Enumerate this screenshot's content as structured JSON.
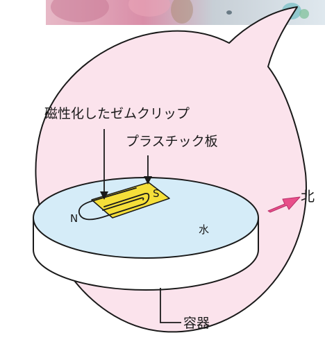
{
  "labels": {
    "magnetized_clip": "磁性化したゼムクリップ",
    "plastic_plate": "プラスチック板",
    "pole_n": "N",
    "pole_s": "S",
    "water": "水",
    "north": "北",
    "container": "容器"
  },
  "colors": {
    "bubble_fill": "#fbe3ec",
    "water_fill": "#d5ecf8",
    "plate_fill": "#f5df3a",
    "arrow_fill": "#e84f8a",
    "outline": "#1a1a1a"
  },
  "photo_strip": {
    "description_icon": "photo-strip"
  }
}
